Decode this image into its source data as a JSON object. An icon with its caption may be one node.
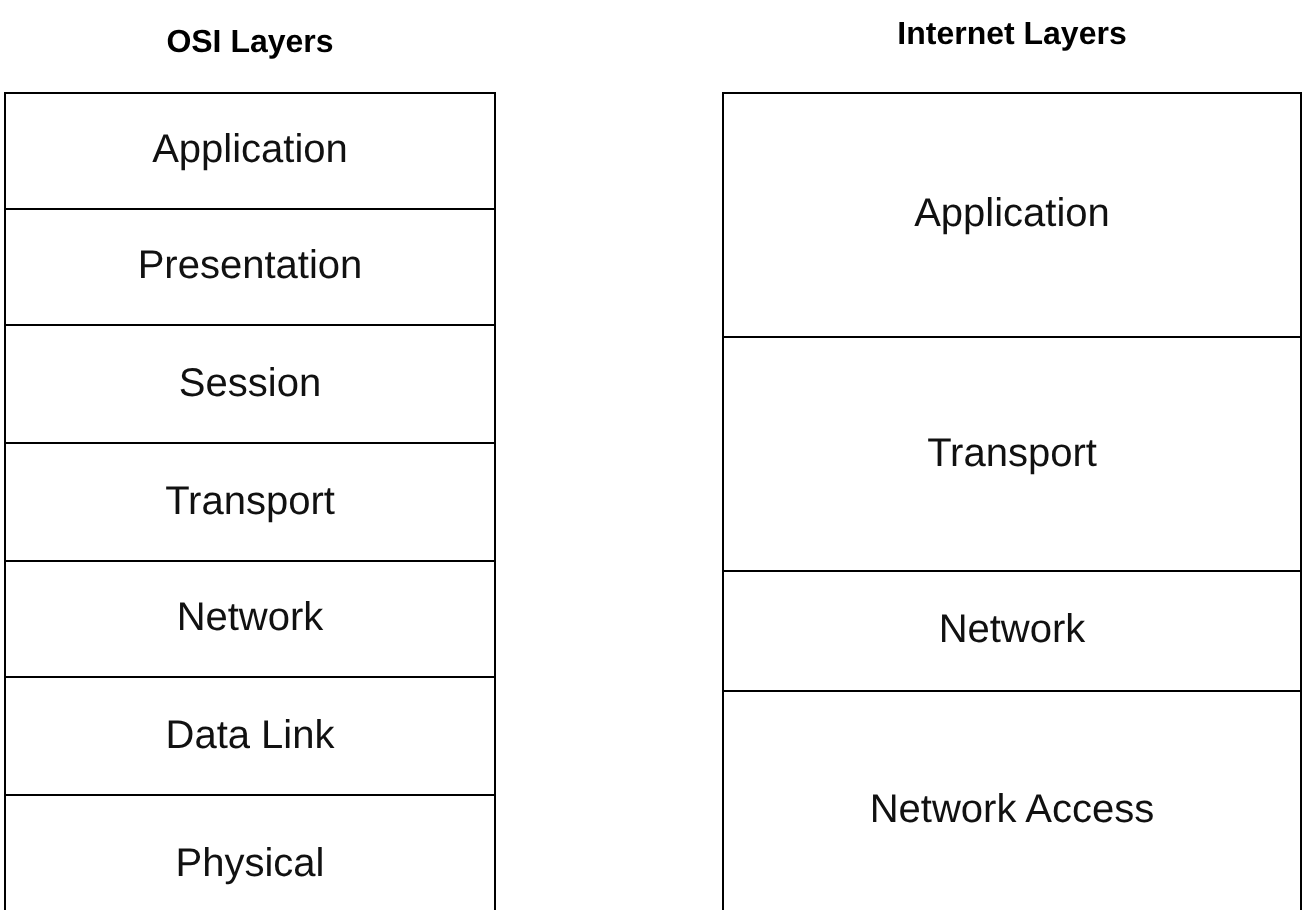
{
  "diagram": {
    "nodes": [
      {
        "text": [
          "OSI Layers"
        ]
      },
      {
        "text": [
          "Application"
        ],
        "in": 0
      },
      {
        "text": [
          "Presentation"
        ],
        "in": 0
      },
      {
        "text": [
          "Session"
        ],
        "in": 0
      },
      {
        "text": [
          "Transport"
        ],
        "in": 0
      },
      {
        "text": [
          "Network"
        ],
        "in": 0
      },
      {
        "text": [
          "Data Link"
        ],
        "in": 0
      },
      {
        "text": [
          "Physical"
        ],
        "in": 0
      },
      {
        "text": [
          "Internet Layers"
        ]
      },
      {
        "text": [
          "Application"
        ],
        "in": 8
      },
      {
        "text": [
          "Transport"
        ],
        "in": 8
      },
      {
        "text": [
          "Network"
        ],
        "in": 8
      },
      {
        "text": [
          "Network Access"
        ],
        "in": 8
      }
    ]
  }
}
